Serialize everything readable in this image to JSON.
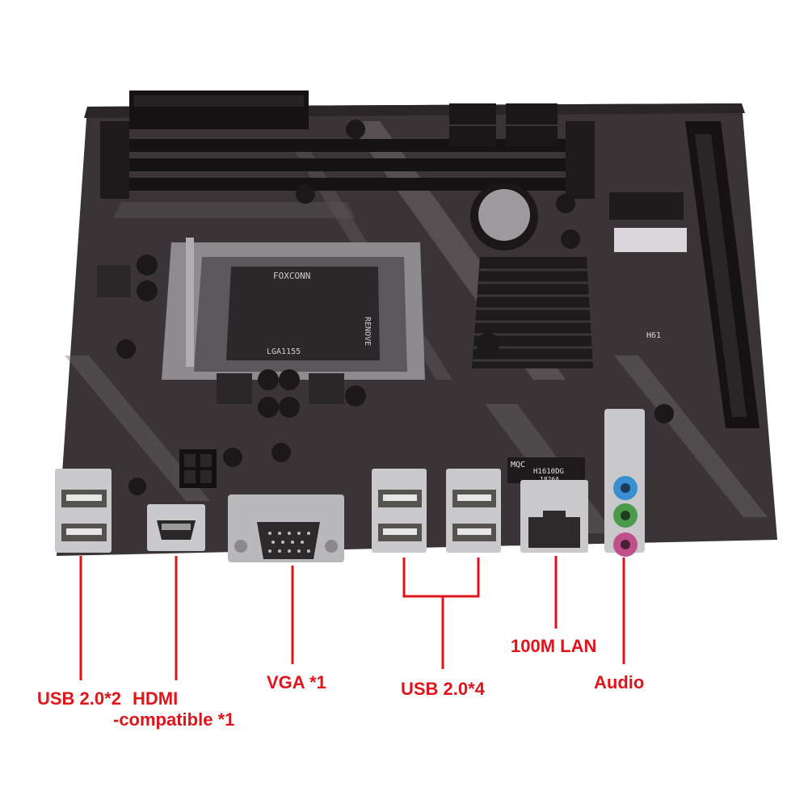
{
  "callouts": {
    "usb_rear": "USB 2.0*2",
    "hdmi_line1": "HDMI",
    "hdmi_line2": "-compatible *1",
    "vga": "VGA *1",
    "usb_front": "USB 2.0*4",
    "lan": "100M LAN",
    "audio": "Audio"
  },
  "board_print": {
    "socket_brand": "FOXCONN",
    "socket_brand2": "RENOVE",
    "socket_model": "LGA1155",
    "lan_chip_brand": "MQC",
    "lan_chip_model": "H1610DG",
    "lan_chip_code": "1826A",
    "board_model": "H61"
  },
  "colors": {
    "callout": "#e0141b",
    "pcb": "#3a3436",
    "accent_stripe": "#8a8688",
    "port_silver": "#c9c9cb",
    "audio_blue": "#3a8fd0",
    "audio_green": "#4a9a4a",
    "audio_pink": "#c0508a"
  }
}
